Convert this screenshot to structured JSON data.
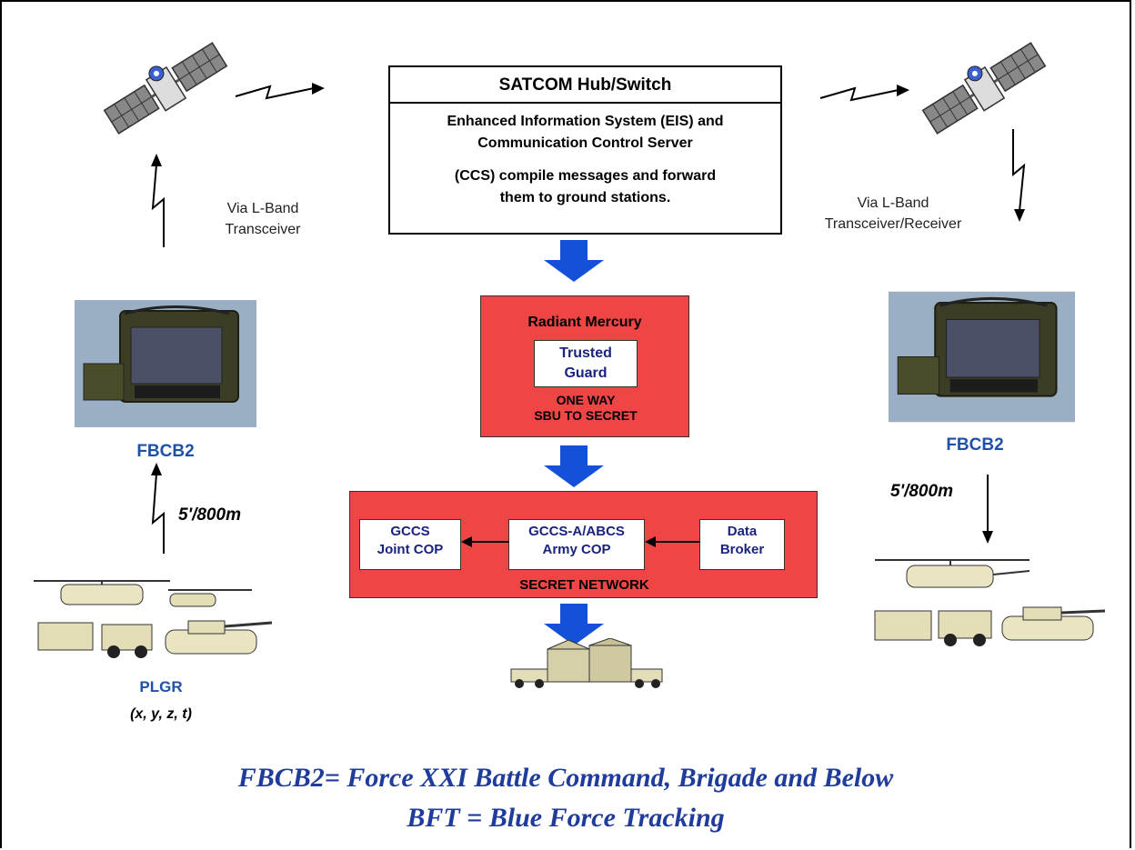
{
  "hub": {
    "title": "SATCOM Hub/Switch",
    "line1": "Enhanced Information System (EIS) and",
    "line2": "Communication Control Server",
    "line3": "(CCS) compile messages and forward",
    "line4": "them to ground stations."
  },
  "left": {
    "via_line1": "Via L-Band",
    "via_line2": "Transceiver",
    "device": "FBCB2",
    "distance": "5'/800m",
    "plgr": "PLGR",
    "coords": "(x, y, z, t)"
  },
  "right": {
    "via_line1": "Via L-Band",
    "via_line2": "Transceiver/Receiver",
    "device": "FBCB2",
    "distance": "5'/800m"
  },
  "guard": {
    "title": "Radiant Mercury",
    "inner_line1": "Trusted",
    "inner_line2": "Guard",
    "note_line1": "ONE WAY",
    "note_line2": "SBU TO SECRET"
  },
  "network": {
    "label": "SECRET NETWORK",
    "gccs_line1": "GCCS",
    "gccs_line2": "Joint COP",
    "army_line1": "GCCS-A/ABCS",
    "army_line2": "Army COP",
    "broker_line1": "Data",
    "broker_line2": "Broker"
  },
  "legend": {
    "line1": "FBCB2= Force XXI Battle Command, Brigade and Below",
    "line2": "BFT =  Blue Force Tracking"
  },
  "colors": {
    "red_box": "#f04545",
    "flow_arrow": "#1450d8",
    "dark_blue_text": "#1a237e",
    "fbcb2_blue": "#2050a8",
    "legend_blue": "#1f3c9c"
  }
}
